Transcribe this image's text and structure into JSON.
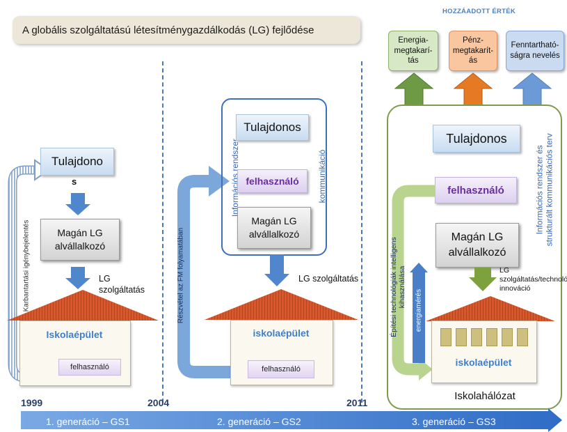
{
  "title": "A globális szolgáltatású létesítménygazdálkodás (LG) fejlődése",
  "added_value": {
    "heading": "HOZZÁADOTT ÉRTÉK",
    "boxes": [
      {
        "label": "Energia-megtakarí-tás",
        "color": "#d7e8c6",
        "arrow_color": "#6f9a45"
      },
      {
        "label": "Pénz-megtakarít-ás",
        "color": "#f9c6a0",
        "arrow_color": "#e07a22"
      },
      {
        "label": "Fenntartható-ságra nevelés",
        "color": "#c9daf1",
        "arrow_color": "#6b9ad6"
      }
    ]
  },
  "years": [
    "1999",
    "2004",
    "2011"
  ],
  "generations": [
    "1. generáció – GS1",
    "2. generáció – GS2",
    "3. generáció – GS3"
  ],
  "gen1": {
    "owner": "Tulajdono",
    "owner_suffix": "s",
    "contractor": "Magán LG alvállalkozó",
    "service": "LG szolgáltatás",
    "school": "Iskolaépület",
    "user": "felhasználó",
    "side_label": "Karbantartási igénybejelentés"
  },
  "gen2": {
    "owner": "Tulajdonos",
    "user_box": "felhasználó",
    "contractor": "Magán LG alvállalkozó",
    "service": "LG szolgáltatás",
    "school": "iskolaépület",
    "user": "felhasználó",
    "left_label": "Információs rendszer",
    "right_label": "kommunikáció",
    "side_label": "Részvétel az FM folyamatában"
  },
  "gen3": {
    "owner": "Tulajdonos",
    "user_box": "felhasználó",
    "contractor": "Magán LG alvállalkozó",
    "service": "LG szolgáltatás/technológiai innováció",
    "school": "iskolaépület",
    "network": "Iskolahálózat",
    "right_label_1": "Információs rendszer és",
    "right_label_2": "strukturált kommunikációs terv",
    "side_label_1": "Építési technológiák intelligens",
    "side_label_2": "kihasználása",
    "energy_label": "energiamérés"
  },
  "colors": {
    "roof": "#d8582b",
    "down_arrow": "#4f86cc",
    "green_arrow": "#7ca13d",
    "timeline": "#3c7bd2"
  }
}
